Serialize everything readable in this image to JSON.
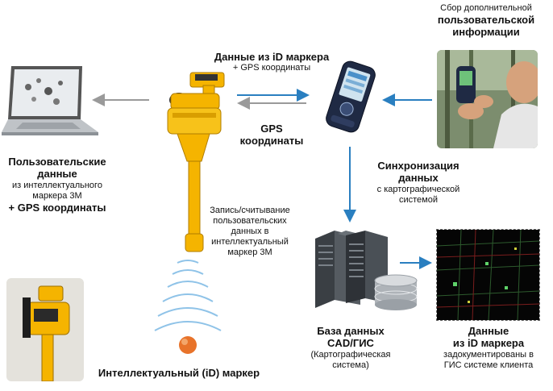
{
  "labels": {
    "top_right_1": "Сбор дополнительной",
    "top_right_2": "пользовательской",
    "top_right_3": "информации",
    "id_data_1": "Данные из iD маркера",
    "id_data_2": "+ GPS координаты",
    "gps_1": "GPS",
    "gps_2": "координаты",
    "user_1": "Пользовательские",
    "user_2": "данные",
    "user_3": "из интеллектуального",
    "user_4": "маркера 3М",
    "user_5": "+ GPS координаты",
    "sync_1": "Синхронизация",
    "sync_2": "данных",
    "sync_3": "с картографической",
    "sync_4": "системой",
    "write_1": "Запись/считывание",
    "write_2": "пользовательских",
    "write_3": "данных в",
    "write_4": "интеллектуальный",
    "write_5": "маркер 3М",
    "db_1": "База данных",
    "db_2": "CAD/ГИС",
    "db_3": "(Картографическая",
    "db_4": "система)",
    "gis_1": "Данные",
    "gis_2": "из iD маркера",
    "gis_3": "задокументированы в",
    "gis_4": "ГИС системе клиента",
    "marker": "Интеллектуальный (iD) маркер"
  },
  "colors": {
    "arrow_blue": "#2a7fc0",
    "arrow_gray": "#9a9a9a",
    "locator_yellow": "#f5b400",
    "wave_blue": "#8fc3e8"
  }
}
